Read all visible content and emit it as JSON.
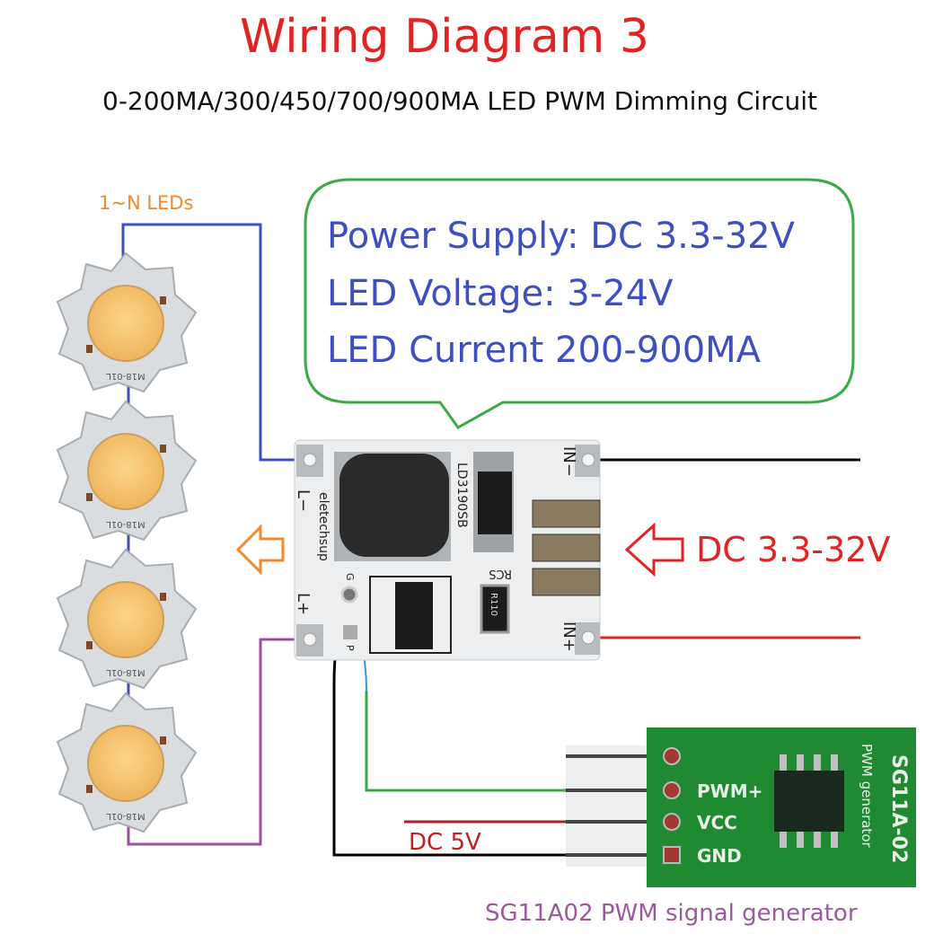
{
  "title": "Wiring Diagram 3",
  "subtitle": "0-200MA/300/450/700/900MA LED PWM Dimming Circuit",
  "leds_label": "1~N LEDs",
  "specs": [
    "Power Supply: DC 3.3-32V",
    "LED Voltage: 3-24V",
    "LED Current 200-900MA"
  ],
  "board": {
    "pin_l_minus": "L−",
    "pin_l_plus": "L+",
    "pin_in_minus": "IN−",
    "pin_in_plus": "IN+",
    "brand": "eletechsup",
    "chip": "LD3190SB",
    "rcs": "RCS",
    "resistor": "R110",
    "pin_g": "G",
    "pin_p": "P"
  },
  "input_label": "DC 3.3-32V",
  "pwm_supply_label": "DC 5V",
  "pwm_module": {
    "name": "SG11A-02",
    "subtitle": "PWM generator",
    "pins": [
      "PWM+",
      "VCC",
      "GND"
    ],
    "caption": "SG11A02 PWM signal generator"
  },
  "led_marking": "M18-01L",
  "colors": {
    "title": "#e02424",
    "specs": "#3f4fbf",
    "bubble": "#3aaa48",
    "led_wire": "#3f4fbf",
    "led_return_wire": "#9b4fa0",
    "output_arrow": "#f08a30",
    "input_red": "#e02424",
    "pwm_green": "#1f8a32",
    "caption": "#9b5a9b"
  }
}
